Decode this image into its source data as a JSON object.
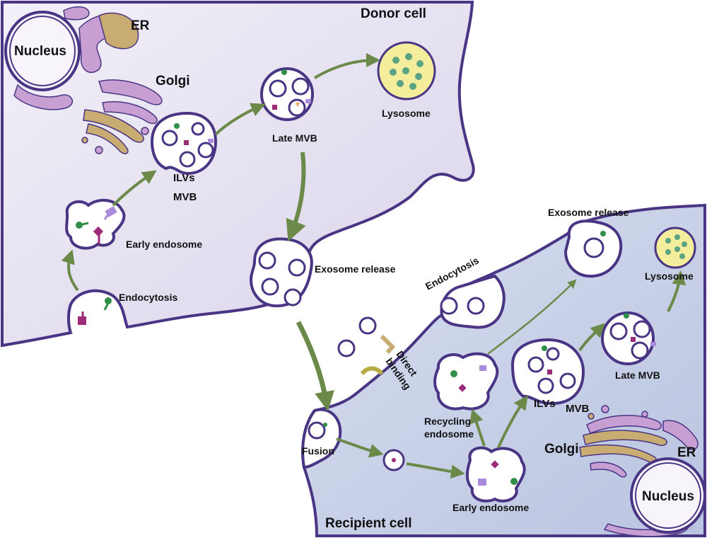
{
  "colors": {
    "membrane": "#4a3585",
    "donor_fill": "#e4e0f0",
    "recipient_fill": "#c9d2e8",
    "arrow": "#6b8a4a",
    "er": "#c79fd3",
    "golgi": "#c9ac72",
    "lysosome": "#f3ed9c",
    "cargo_green": "#2f8f4a",
    "cargo_magenta": "#9b2a78",
    "cargo_lavender": "#a98adb",
    "cargo_orange": "#f0a35a"
  },
  "labels": {
    "donor_cell": "Donor cell",
    "recipient_cell": "Recipient cell",
    "nucleus_donor": "Nucleus",
    "er_donor": "ER",
    "golgi_donor": "Golgi",
    "late_mvb_donor": "Late MVB",
    "lysosome_donor": "Lysosome",
    "ilvs_donor": "ILVs",
    "mvb_donor": "MVB",
    "early_endosome_donor": "Early endosome",
    "endocytosis_donor": "Endocytosis",
    "exosome_release_donor": "Exosome release",
    "exosome_release_recipient": "Exosome release",
    "endocytosis_recipient": "Endocytosis",
    "lysosome_recipient": "Lysosome",
    "direct_binding_line1": "Direct",
    "direct_binding_line2": "binding",
    "late_mvb_recipient": "Late MVB",
    "ilvs_recipient": "ILVs",
    "mvb_recipient": "MVB",
    "recycling_endosome_line1": "Recycling",
    "recycling_endosome_line2": "endosome",
    "golgi_recipient": "Golgi",
    "er_recipient": "ER",
    "nucleus_recipient": "Nucleus",
    "fusion": "Fusion",
    "early_endosome_recipient": "Early endosome"
  }
}
